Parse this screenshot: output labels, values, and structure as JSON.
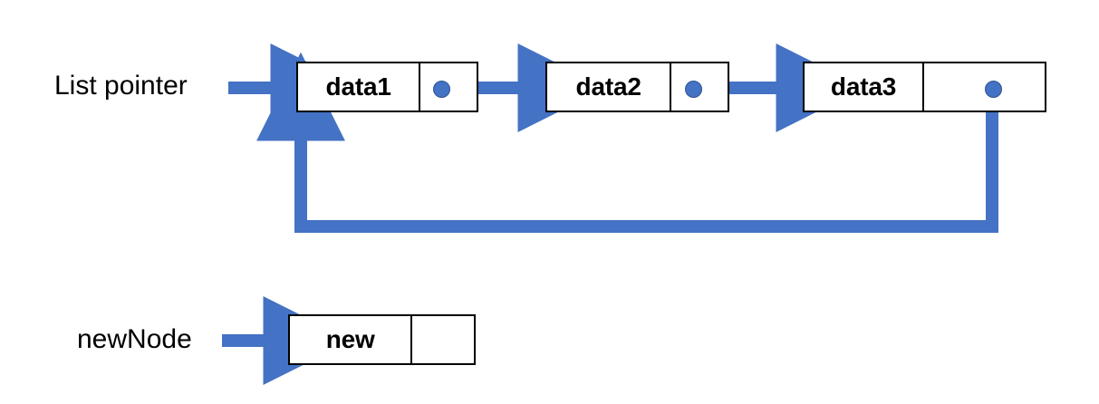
{
  "diagram": {
    "title": "Circular singly linked list with new node",
    "accent_color": "#4472C4",
    "accent_dark": "#2F528F",
    "outline_color": "#000000",
    "background": "#ffffff",
    "labels": {
      "list_pointer": "List pointer",
      "new_node": "newNode"
    },
    "list_nodes": [
      {
        "data": "data1",
        "pointer": "dot",
        "next": "data2"
      },
      {
        "data": "data2",
        "pointer": "dot",
        "next": "data3"
      },
      {
        "data": "data3",
        "pointer": "dot",
        "next": "data1"
      }
    ],
    "new_node": {
      "data": "new",
      "pointer": "",
      "pointer_state": "empty"
    },
    "arrows": [
      {
        "name": "list-pointer-arrow",
        "from": "List pointer",
        "to": "data1"
      },
      {
        "name": "data1-next-arrow",
        "from": "data1",
        "to": "data2"
      },
      {
        "name": "data2-next-arrow",
        "from": "data2",
        "to": "data3"
      },
      {
        "name": "data3-loopback-arrow",
        "from": "data3",
        "to": "data1"
      },
      {
        "name": "newnode-arrow",
        "from": "newNode",
        "to": "new"
      }
    ]
  }
}
